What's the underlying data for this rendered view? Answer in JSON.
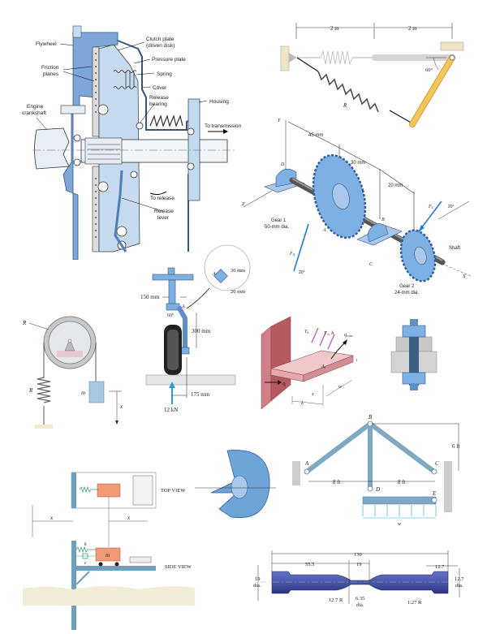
{
  "figures": {
    "clutch": {
      "labels": {
        "flywheel": "Flywheel",
        "clutch_plate_1": "Clutch plate",
        "clutch_plate_2": "(driven disk)",
        "pressure_plate": "Pressure plate",
        "friction_1": "Friction",
        "friction_2": "planes",
        "spring": "Spring",
        "cover": "Cover",
        "release_bearing_1": "Release",
        "release_bearing_2": "bearing",
        "housing": "Housing",
        "engine_1": "Engine",
        "engine_2": "crankshaft",
        "to_transmission": "To transmission",
        "to_release": "To release",
        "release_lever_1": "Release",
        "release_lever_2": "lever"
      }
    },
    "spring_link": {
      "dim_left": "2 m",
      "dim_right": "2 m",
      "angle": "60°",
      "spring_label": "R"
    },
    "gear_shaft": {
      "axis_y": "Y",
      "axis_z": "Z",
      "axis_x": "X",
      "dim_45": "45 mm",
      "dim_30": "30 mm",
      "dim_20": "20 mm",
      "bearing_d": "D",
      "bearing_b": "B",
      "gear_a": "A",
      "point_c": "C",
      "gear1_1": "Gear 1",
      "gear1_2": "50-mm dia.",
      "gear2_1": "Gear 2",
      "gear2_2": "24-mm dia.",
      "force_a": "F",
      "force_a_sub": "A",
      "force_c": "F",
      "force_c_sub": "C",
      "angle_a": "20°",
      "angle_c": "20°",
      "shaft": "Shaft"
    },
    "landing_gear": {
      "dim_150": "150 mm",
      "point_a": "A",
      "angle": "60°",
      "dim_300": "300 mm",
      "dim_175": "175 mm",
      "force": "12 kN",
      "detail_a": "A",
      "detail_30": "30 mm",
      "detail_20": "20 mm"
    },
    "pulley": {
      "radius_label": "R",
      "spring_label": "R",
      "mass_label": "m",
      "disp_label": "x"
    },
    "fin": {
      "tb": "T",
      "tb_sub": "b",
      "tinf": "T",
      "tinf_sub": "∞",
      "h": ", h",
      "qconv": "q",
      "qconv_sub": "conv",
      "qf": "q",
      "qf_sub": "f",
      "ac": "A",
      "ac_sub": "c",
      "x": "x",
      "L": "L",
      "w": "w",
      "t": "t"
    },
    "truss": {
      "joint_a": "A",
      "joint_b": "B",
      "joint_c": "C",
      "joint_d": "D",
      "joint_e": "E",
      "dim_left": "8 ft",
      "dim_right": "8 ft",
      "dim_height": "6 ft",
      "load": "w"
    },
    "vibration": {
      "top_view": "TOP VIEW",
      "side_view": "SIDE VIEW",
      "x_left": "x",
      "x_right": "x",
      "k": "k",
      "c": "c",
      "m": "m"
    },
    "specimen": {
      "dim_130": "130",
      "dim_55_5": "55.5",
      "dim_19": "19",
      "dim_12_7_top": "12.7",
      "dim_19_dia_1": "19",
      "dim_19_dia_2": "dia.",
      "dim_12_7_dia_1": "12.7",
      "dim_12_7_dia_2": "dia.",
      "r_12_7": "12.7 R",
      "d_6_35_1": "6.35",
      "d_6_35_2": "dia.",
      "r_1_27": "1.27 R"
    }
  },
  "colors": {
    "steel_blue": "#8fb2dc",
    "steel_blue_dark": "#4f7fb8",
    "gear_blue": "#7fb0e3",
    "rod_yellow": "#f2c35a",
    "fin_pink": "#e6b7b7",
    "fin_dark": "#b5595f",
    "truss_blue": "#7fa8c4",
    "cart_orange": "#f19a75",
    "spring_green": "#3aa57a",
    "specimen_blue": "#4a56a8",
    "arrow_cyan": "#29a0dc",
    "arrow_magenta": "#c060c0"
  }
}
